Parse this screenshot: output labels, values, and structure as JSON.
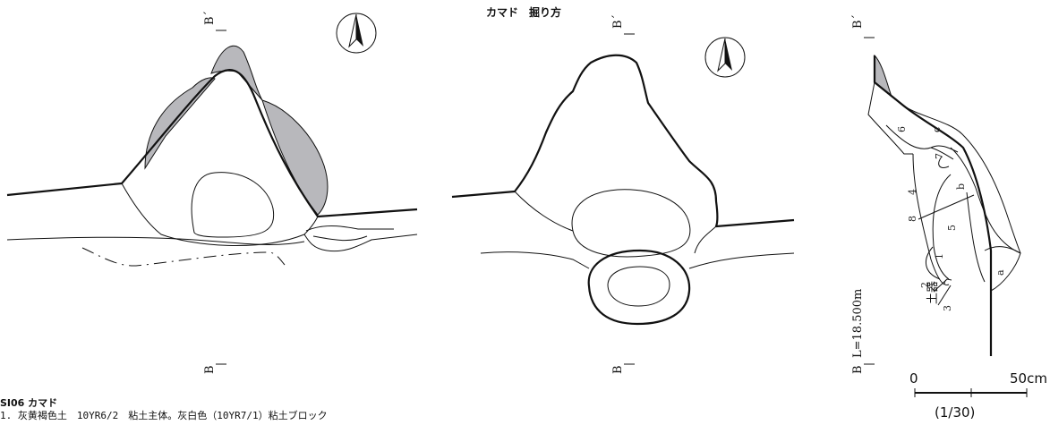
{
  "title": "カマド　掘り方",
  "section_labels": {
    "top": "B´",
    "bottom": "B"
  },
  "level": "L=18.500m",
  "scale": {
    "start": "0",
    "end": "50cm",
    "ratio": "(1/30)"
  },
  "feature_name": "SI06 カマド",
  "layer_note": "1. 灰黄褐色土　10YR6/2　粘土主体。灰白色（10YR7/1）粘土ブロック",
  "layer_numbers": [
    "1",
    "2",
    "3",
    "4",
    "5",
    "6",
    "7",
    "8"
  ],
  "layer_letters": [
    "a",
    "b",
    "c"
  ],
  "artifact_label": "土器",
  "icons": {
    "north": "north-arrow-icon"
  }
}
